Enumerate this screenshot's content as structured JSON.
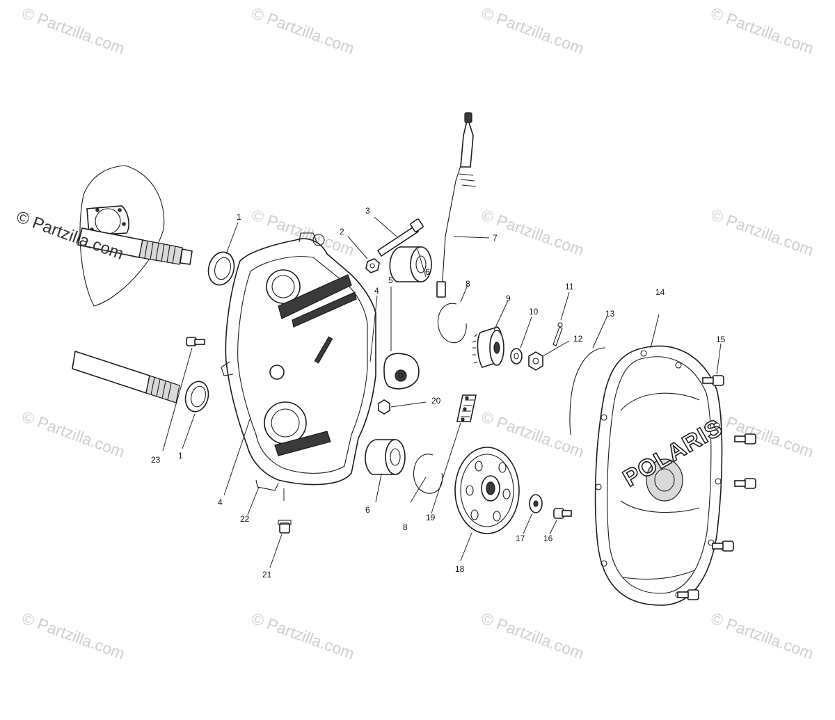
{
  "watermark": {
    "text": "© Partzilla.com"
  },
  "diagram": {
    "brand_logo": "POLARIS",
    "callouts": [
      {
        "id": "c1a",
        "label": "1"
      },
      {
        "id": "c1b",
        "label": "1"
      },
      {
        "id": "c2",
        "label": "2"
      },
      {
        "id": "c3",
        "label": "3"
      },
      {
        "id": "c4a",
        "label": "4"
      },
      {
        "id": "c4b",
        "label": "4"
      },
      {
        "id": "c5",
        "label": "5"
      },
      {
        "id": "c6a",
        "label": "6"
      },
      {
        "id": "c6b",
        "label": "6"
      },
      {
        "id": "c7",
        "label": "7"
      },
      {
        "id": "c8a",
        "label": "8"
      },
      {
        "id": "c8b",
        "label": "8"
      },
      {
        "id": "c9",
        "label": "9"
      },
      {
        "id": "c10",
        "label": "10"
      },
      {
        "id": "c11",
        "label": "11"
      },
      {
        "id": "c12",
        "label": "12"
      },
      {
        "id": "c13",
        "label": "13"
      },
      {
        "id": "c14",
        "label": "14"
      },
      {
        "id": "c15",
        "label": "15"
      },
      {
        "id": "c16",
        "label": "16"
      },
      {
        "id": "c17",
        "label": "17"
      },
      {
        "id": "c18",
        "label": "18"
      },
      {
        "id": "c19",
        "label": "19"
      },
      {
        "id": "c20",
        "label": "20"
      },
      {
        "id": "c21",
        "label": "21"
      },
      {
        "id": "c22",
        "label": "22"
      },
      {
        "id": "c23",
        "label": "23"
      }
    ]
  }
}
